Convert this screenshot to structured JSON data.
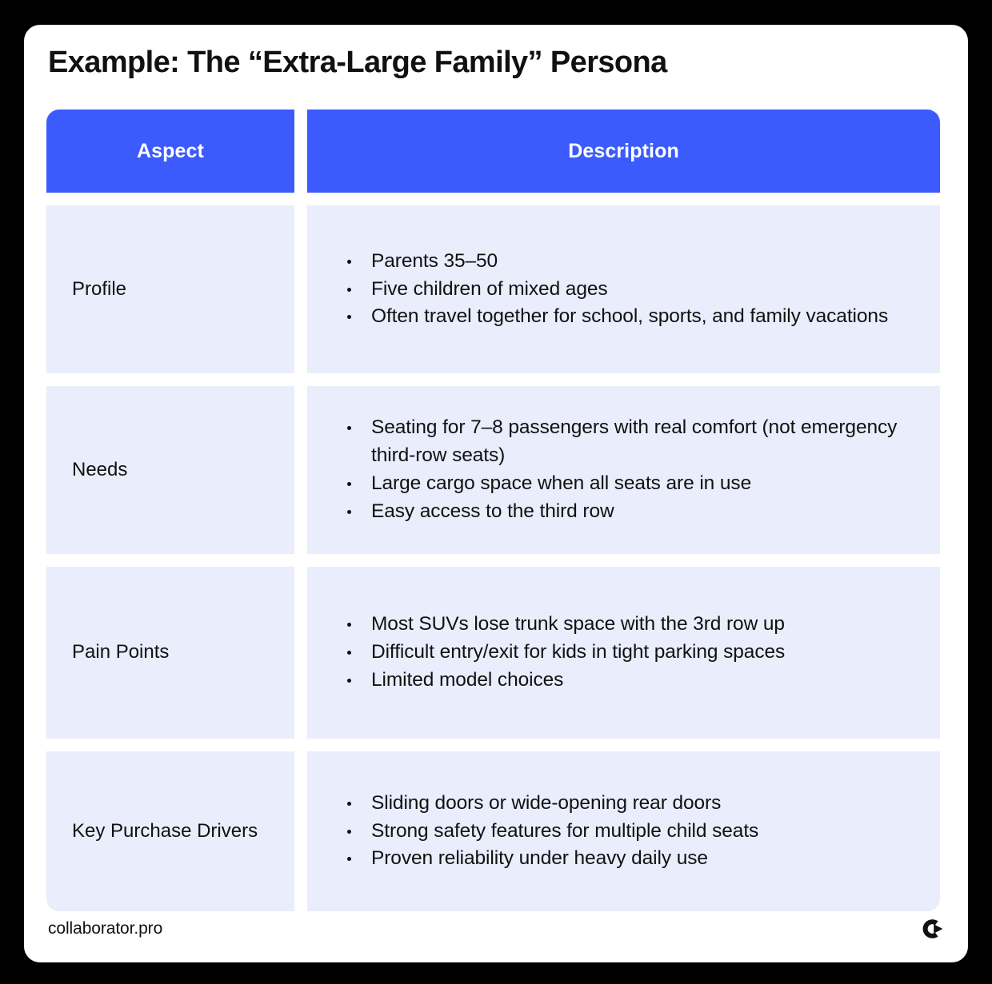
{
  "page": {
    "title": "Example: The “Extra-Large Family” Persona"
  },
  "colors": {
    "header_blue": "#3B5BFD",
    "cell_background": "#E9EDFC",
    "frame_black": "#000000",
    "card_white": "#FFFFFF",
    "text_dark": "#111111",
    "header_text": "#FFFFFF"
  },
  "table": {
    "columns": [
      {
        "key": "aspect",
        "label": "Aspect"
      },
      {
        "key": "description",
        "label": "Description"
      }
    ],
    "rows": [
      {
        "aspect": "Profile",
        "bullets": [
          "Parents 35–50",
          "Five children of mixed ages",
          "Often travel together for school, sports, and family vacations"
        ]
      },
      {
        "aspect": "Needs",
        "bullets": [
          "Seating for 7–8 passengers with real comfort (not emergency third-row seats)",
          "Large cargo space when all seats are in use",
          "Easy access to the third row"
        ]
      },
      {
        "aspect": "Pain Points",
        "bullets": [
          "Most SUVs lose trunk space with the 3rd row up",
          "Difficult entry/exit for kids in tight parking spaces",
          "Limited model choices"
        ]
      },
      {
        "aspect": "Key Purchase Drivers",
        "bullets": [
          "Sliding doors or wide-opening rear doors",
          "Strong safety features for multiple child seats",
          "Proven reliability under heavy daily use"
        ]
      }
    ]
  },
  "footer": {
    "domain": "collaborator.pro",
    "logo_icon": "collaborator-logo-icon"
  }
}
